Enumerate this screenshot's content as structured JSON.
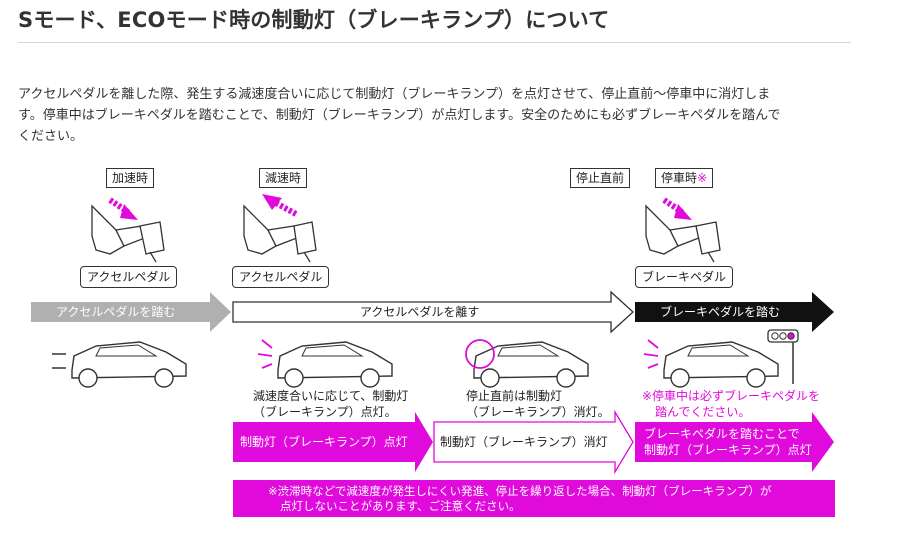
{
  "title": "Sモード、ECOモード時の制動灯（ブレーキランプ）について",
  "intro": {
    "line1": "アクセルペダルを離した際、発生する減速度合いに応じて制動灯（ブレーキランプ）を点灯させて、停止直前～停車中に消灯しま",
    "line2": "す。停車中はブレーキペダルを踏むことで、制動灯（ブレーキランプ）が点灯します。安全のためにも必ずブレーキペダルを踏んで",
    "line3": "ください。"
  },
  "stages": {
    "accel": "加速時",
    "decel": "減速時",
    "before_stop": "停止直前",
    "stopped": "停車時",
    "stopped_mark": "※"
  },
  "pedals": {
    "accel_1": "アクセルペダル",
    "accel_2": "アクセルペダル",
    "brake": "ブレーキペダル"
  },
  "actions": {
    "press_accel": "アクセルペダルを踏む",
    "release_accel": "アクセルペダルを離す",
    "press_brake": "ブレーキペダルを踏む"
  },
  "descriptions": {
    "decel_l1": "減速度合いに応じて、制動灯",
    "decel_l2": "（ブレーキランプ）点灯。",
    "before_stop_l1": "停止直前は制動灯",
    "before_stop_l2": "（ブレーキランプ）消灯。",
    "stopped_l1": "※停車中は必ずブレーキペダルを",
    "stopped_l2": "踏んでください。"
  },
  "lamp_states": {
    "on": "制動灯（ブレーキランプ）点灯",
    "off": "制動灯（ブレーキランプ）消灯",
    "brake_on_l1": "ブレーキペダルを踏むことで",
    "brake_on_l2": "制動灯（ブレーキランプ）点灯"
  },
  "note": {
    "line1": "※渋滞時などで減速度が発生しにくい発進、停止を繰り返した場合、制動灯（ブレーキランプ）が",
    "line2": "点灯しないことがあります、ご注意ください。"
  },
  "colors": {
    "accent": "#e10adc",
    "gray_arrow": "#b0b0b0",
    "black_arrow": "#111111",
    "text": "#333333"
  }
}
